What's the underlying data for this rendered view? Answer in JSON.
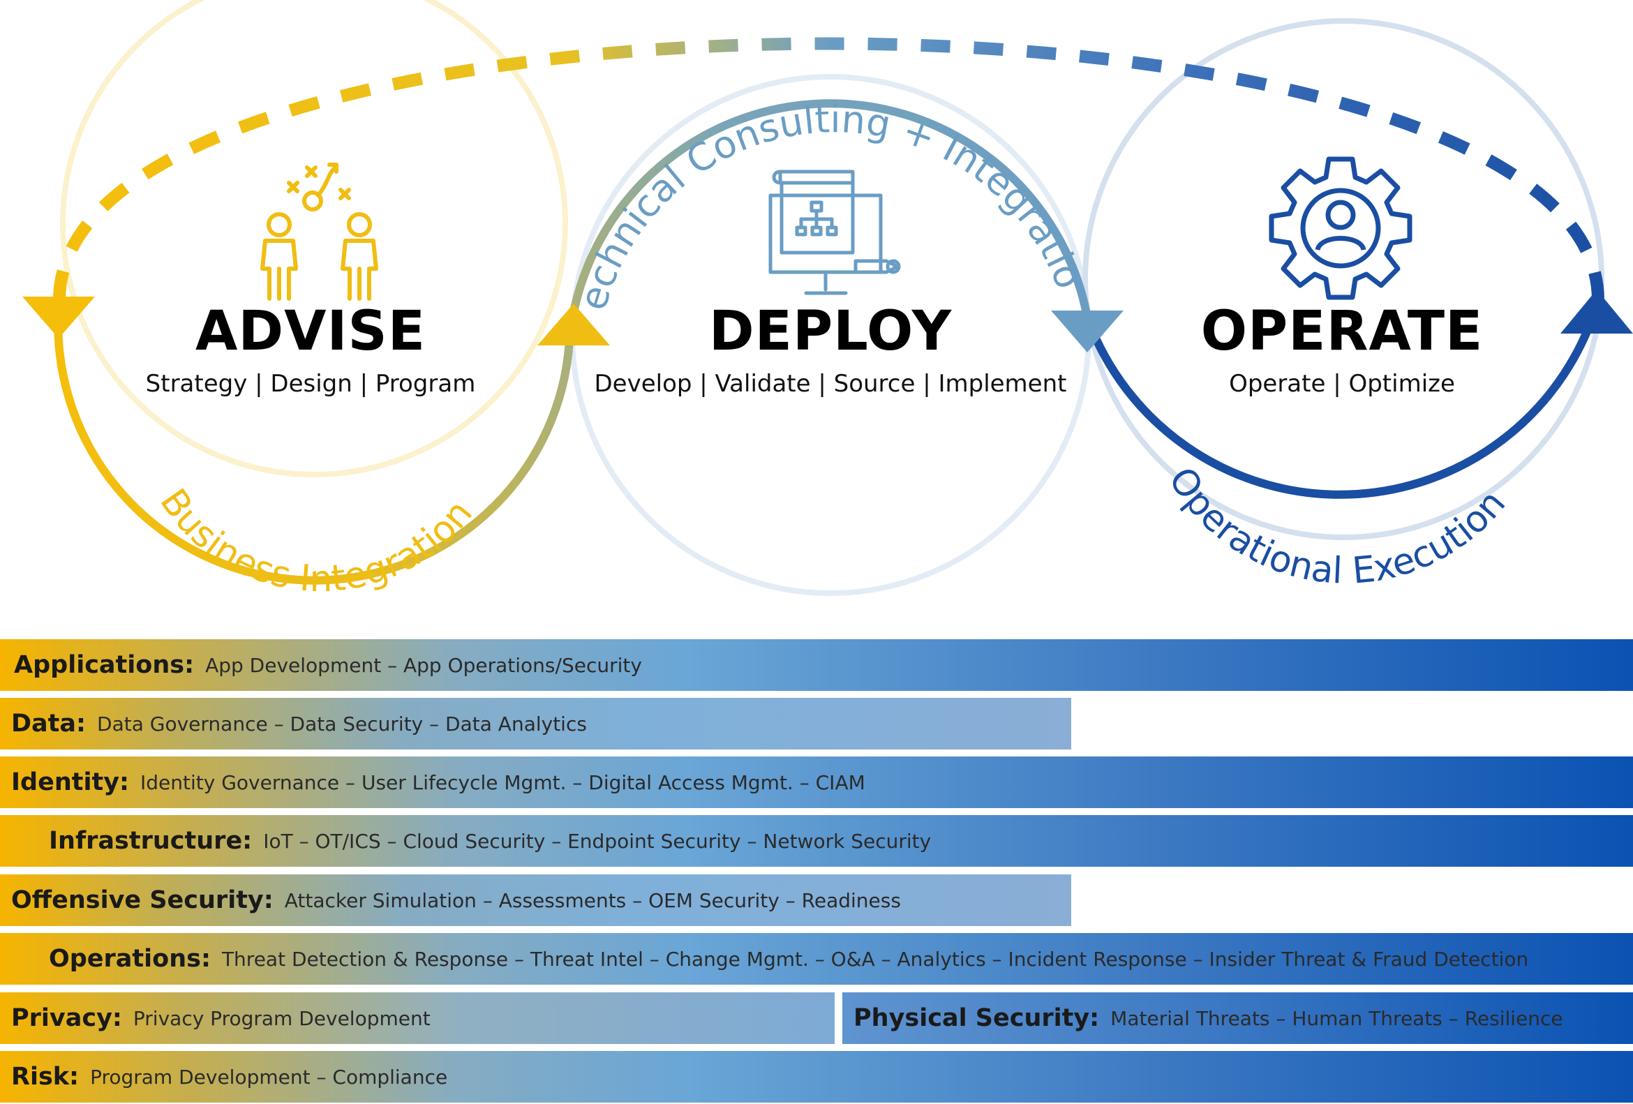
{
  "colors": {
    "gold": "#f5be0b",
    "steel_blue": "#6a9dc4",
    "navy": "#1a4ea3",
    "text": "#111111"
  },
  "phases": [
    {
      "title": "ADVISE",
      "subtitle": "Strategy | Design | Program",
      "arc_label": "Business Integration",
      "icon": "strategy-people-icon"
    },
    {
      "title": "DEPLOY",
      "subtitle": "Develop | Validate | Source | Implement",
      "arc_label": "Technical Consulting + Integration",
      "icon": "system-blueprint-icon"
    },
    {
      "title": "OPERATE",
      "subtitle": "Operate | Optimize",
      "arc_label": "Operational Execution",
      "icon": "gear-person-icon"
    }
  ],
  "capabilities": [
    {
      "title": "Applications:",
      "items": "App Development – App Operations/Security"
    },
    {
      "title": "Data:",
      "items": "Data Governance – Data Security – Data Analytics"
    },
    {
      "title": "Identity:",
      "items": "Identity Governance – User Lifecycle Mgmt. – Digital Access Mgmt. – CIAM"
    },
    {
      "title": "Infrastructure:",
      "items": "IoT – OT/ICS – Cloud Security – Endpoint Security – Network Security"
    },
    {
      "title": "Offensive Security:",
      "items": "Attacker Simulation – Assessments – OEM Security – Readiness"
    },
    {
      "title": "Operations:",
      "items": "Threat Detection & Response – Threat Intel – Change Mgmt. – O&A – Analytics – Incident Response – Insider Threat & Fraud Detection"
    },
    {
      "title": "Privacy:",
      "items": "Privacy Program Development"
    },
    {
      "title": "Physical Security:",
      "items": "Material Threats – Human Threats – Resilience"
    },
    {
      "title": "Risk:",
      "items": "Program Development – Compliance"
    }
  ]
}
